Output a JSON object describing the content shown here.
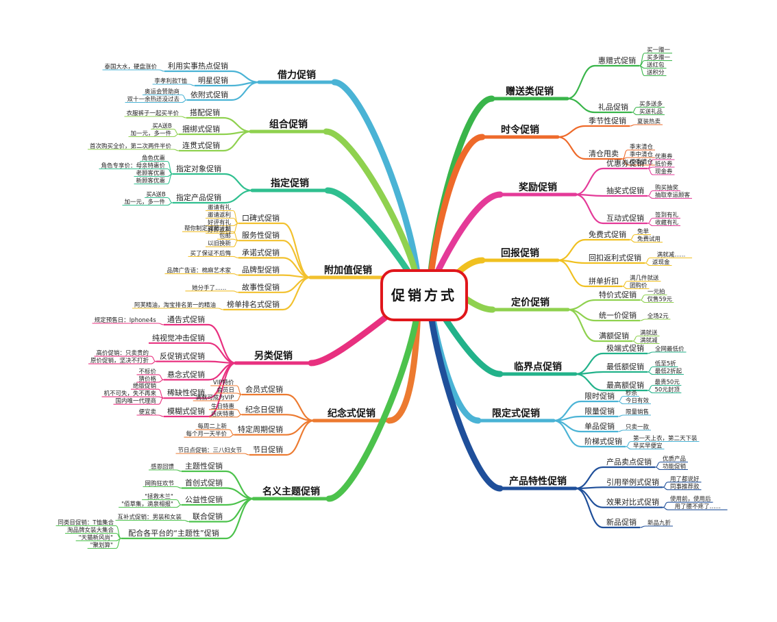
{
  "center": "促销方式",
  "branches": [
    {
      "name": "借力促销",
      "side": "left",
      "color": "#4ab3d5",
      "subs": [
        {
          "name": "利用实事热点促销",
          "leaves": [
            "泰国大水，硬盘涨价"
          ]
        },
        {
          "name": "明星促销",
          "leaves": [
            "李孝利款T恤"
          ]
        },
        {
          "name": "依附式促销",
          "leaves": [
            "奥运会赞助商",
            "双十一余热还没过去"
          ]
        }
      ]
    },
    {
      "name": "组合促销",
      "side": "left",
      "color": "#8fd14f",
      "subs": [
        {
          "name": "搭配促销",
          "leaves": [
            "衣服裤子一起买半价"
          ]
        },
        {
          "name": "捆绑式促销",
          "leaves": [
            "买A送B",
            "加一元，多一件"
          ]
        },
        {
          "name": "连贯式促销",
          "leaves": [
            "首次购买全价，第二次两件半价"
          ]
        }
      ]
    },
    {
      "name": "指定促销",
      "side": "left",
      "color": "#2fbf8f",
      "subs": [
        {
          "name": "指定对象促销",
          "leaves": [
            "角色优惠",
            "角色专享价：母亲特惠价",
            "老顾客优惠",
            "新顾客优惠"
          ]
        },
        {
          "name": "指定产品促销",
          "leaves": [
            "买A送B",
            "加一元，多一件"
          ]
        }
      ]
    },
    {
      "name": "附加值促销",
      "side": "left",
      "color": "#f2c12e",
      "subs": [
        {
          "name": "口碑式促销",
          "leaves": [
            "邀请有礼",
            "邀请返利",
            "好评有礼",
            "好评返利"
          ]
        },
        {
          "name": "服务性促销",
          "leaves": [
            "帮你制定减肥计划",
            "包邮",
            "以旧换新"
          ]
        },
        {
          "name": "承诺式促销",
          "leaves": [
            "买了保证不后悔"
          ]
        },
        {
          "name": "品牌型促销",
          "leaves": [
            "品牌广告语：棉麻艺术家"
          ]
        },
        {
          "name": "故事性促销",
          "leaves": [
            "她分手了......"
          ]
        },
        {
          "name": "榜单排名式促销",
          "leaves": [
            "阿芙精油，淘宝排名第一的精油"
          ]
        }
      ]
    },
    {
      "name": "另类促销",
      "side": "left",
      "color": "#e8307f",
      "subs": [
        {
          "name": "通告式促销",
          "leaves": [
            "规定预售日：Iphone4s"
          ]
        },
        {
          "name": "纯视觉冲击促销",
          "leaves": []
        },
        {
          "name": "反促销式促销",
          "leaves": [
            "高价促销：只卖贵的",
            "原价促销，坚决不打折"
          ]
        },
        {
          "name": "悬念式促销",
          "leaves": [
            "不标价",
            "猜价格"
          ]
        },
        {
          "name": "稀缺性促销",
          "leaves": [
            "绝版促销",
            "机不可失，失不再来",
            "国内唯一代理商"
          ]
        },
        {
          "name": "模糊式促销",
          "leaves": [
            "便宜卖"
          ]
        }
      ]
    },
    {
      "name": "纪念式促销",
      "side": "left",
      "color": "#ec7a30",
      "subs": [
        {
          "name": "会员式促销",
          "leaves": [
            "VIP特价",
            "会员日",
            "满就可成为VIP"
          ]
        },
        {
          "name": "纪念日促销",
          "leaves": [
            "生日特惠",
            "店庆特惠"
          ]
        },
        {
          "name": "特定周期促销",
          "leaves": [
            "每周二上新",
            "每个月一天半价"
          ]
        },
        {
          "name": "节日促销",
          "leaves": [
            "节日点促销：三八妇女节"
          ]
        }
      ]
    },
    {
      "name": "名义主题促销",
      "side": "left",
      "color": "#4cc24c",
      "subs": [
        {
          "name": "主题性促销",
          "leaves": [
            "感恩回馈"
          ]
        },
        {
          "name": "首创式促销",
          "leaves": [
            "网购狂欢节"
          ]
        },
        {
          "name": "公益性促销",
          "leaves": [
            "\"拯救木兰\"",
            "\"佰草集，滴泉相报\""
          ]
        },
        {
          "name": "联合促销",
          "leaves": [
            "互补式促销：男装和女装"
          ]
        },
        {
          "name": "配合各平台的“主题性”促销",
          "leaves": [
            "同类目促销：T恤集合",
            "淘品牌女装大集合",
            "\"天猫新风尚\"",
            "\"聚划算\""
          ]
        }
      ]
    },
    {
      "name": "赠送类促销",
      "side": "right",
      "color": "#39b54a",
      "subs": [
        {
          "name": "惠赠式促销",
          "leaves": [
            "买一赠一",
            "买多赠一",
            "送红包",
            "送积分"
          ]
        },
        {
          "name": "礼品促销",
          "leaves": [
            "买多送多",
            "买送礼品"
          ]
        }
      ]
    },
    {
      "name": "时令促销",
      "side": "right",
      "color": "#ee6a2a",
      "subs": [
        {
          "name": "季节性促销",
          "leaves": [
            "夏装热卖"
          ]
        },
        {
          "name": "清仓甩卖",
          "leaves": [
            "季末清仓",
            "季中清仓",
            "反季清仓"
          ]
        }
      ]
    },
    {
      "name": "奖励促销",
      "side": "right",
      "color": "#e43a98",
      "subs": [
        {
          "name": "优惠券促销",
          "leaves": [
            "优惠券",
            "抵价券",
            "现金券"
          ]
        },
        {
          "name": "抽奖式促销",
          "leaves": [
            "购买抽奖",
            "抽取幸运顾客"
          ]
        },
        {
          "name": "互动式促销",
          "leaves": [
            "签到有礼",
            "收藏有礼"
          ]
        }
      ]
    },
    {
      "name": "回报促销",
      "side": "right",
      "color": "#f0c020",
      "subs": [
        {
          "name": "免费式促销",
          "leaves": [
            "免单",
            "免费试用"
          ]
        },
        {
          "name": "回扣返利式促销",
          "leaves": [
            "满就减......",
            "返现金"
          ]
        },
        {
          "name": "拼单折扣",
          "leaves": [
            "满几件就送",
            "团购价"
          ]
        }
      ]
    },
    {
      "name": "定价促销",
      "side": "right",
      "color": "#8fd14f",
      "subs": [
        {
          "name": "特价式促销",
          "leaves": [
            "一元拍",
            "仅售59元"
          ]
        },
        {
          "name": "统一价促销",
          "leaves": [
            "全场2元"
          ]
        },
        {
          "name": "满额促销",
          "leaves": [
            "满就送",
            "满就减"
          ]
        }
      ]
    },
    {
      "name": "临界点促销",
      "side": "right",
      "color": "#22b28a",
      "subs": [
        {
          "name": "极端式促销",
          "leaves": [
            "全网最低价"
          ]
        },
        {
          "name": "最低额促销",
          "leaves": [
            "低至5折",
            "最低2折起"
          ]
        },
        {
          "name": "最高额促销",
          "leaves": [
            "最贵50元",
            "50元封顶"
          ]
        }
      ]
    },
    {
      "name": "限定式促销",
      "side": "right",
      "color": "#4ab3d5",
      "subs": [
        {
          "name": "限时促销",
          "leaves": [
            "秒杀",
            "今日有效"
          ]
        },
        {
          "name": "限量促销",
          "leaves": [
            "限量销售"
          ]
        },
        {
          "name": "单品促销",
          "leaves": [
            "只卖一款"
          ]
        },
        {
          "name": "阶梯式促销",
          "leaves": [
            "第一天上衣，第二天下装",
            "早买早便宜"
          ]
        }
      ]
    },
    {
      "name": "产品特性促销",
      "side": "right",
      "color": "#1f4f9a",
      "subs": [
        {
          "name": "产品卖点促销",
          "leaves": [
            "优质产品",
            "功能促销"
          ]
        },
        {
          "name": "引用举例式促销",
          "leaves": [
            "用了都说好",
            "同事推荐款"
          ]
        },
        {
          "name": "效果对比式促销",
          "leaves": [
            "使用前，使用后",
            "用了腰不疼了......"
          ]
        },
        {
          "name": "新品促销",
          "leaves": [
            "新品九折"
          ]
        }
      ]
    }
  ]
}
